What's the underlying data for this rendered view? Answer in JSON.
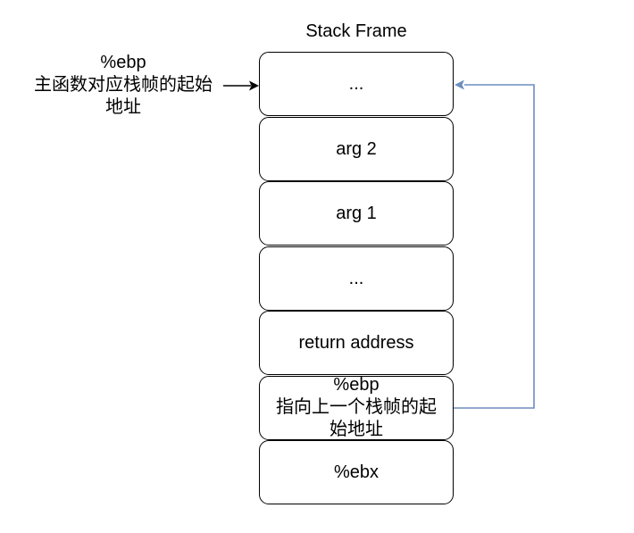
{
  "title": "Stack Frame",
  "blocks": [
    {
      "label": "..."
    },
    {
      "label": "arg 2"
    },
    {
      "label": "arg 1"
    },
    {
      "label": "..."
    },
    {
      "label": "return address"
    },
    {
      "label": "%ebp\n指向上一个栈帧的起\n始地址"
    },
    {
      "label": "%ebx"
    }
  ],
  "left_note": "%ebp\n主函数对应栈帧的起始\n地址",
  "colors": {
    "link_arrow": "#6c8ebf",
    "border": "#000000"
  }
}
